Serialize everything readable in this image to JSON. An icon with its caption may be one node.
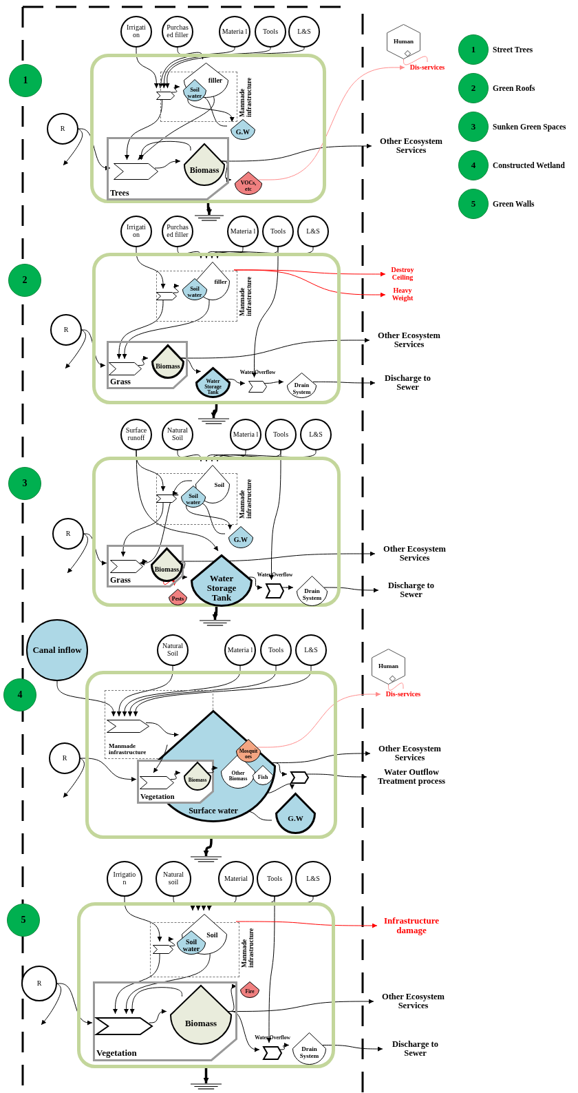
{
  "diagram": {
    "nodes": [
      {
        "text": [
          "1"
        ]
      },
      {
        "text": [
          "Irrigati on"
        ]
      },
      {
        "text": [
          "Purchas ed filler"
        ]
      },
      {
        "text": [
          "Materia l"
        ]
      },
      {
        "text": [
          "Tools"
        ]
      },
      {
        "text": [
          "L&S"
        ]
      },
      {
        "text": [],
        "shape": "box"
      },
      {
        "text": [
          "Manmade infrastructure"
        ],
        "in": 6
      },
      {
        "text": [],
        "shape": "chevron",
        "in": 7
      },
      {
        "text": [
          "filler"
        ],
        "in": 6
      },
      {
        "text": [
          "Soil water"
        ],
        "in": 7
      },
      {
        "text": [
          "G.W"
        ],
        "in": 6
      },
      {
        "text": [
          "Trees"
        ],
        "in": 6
      },
      {
        "text": [],
        "shape": "chevron",
        "in": 12
      },
      {
        "text": [
          "Biomass"
        ],
        "in": 12
      },
      {
        "text": [
          "VOCs, etc"
        ],
        "in": 6
      },
      {
        "text": [
          "R"
        ]
      },
      {
        "text": [
          "Other Ecosystem Services"
        ]
      },
      {
        "text": [
          "Human"
        ]
      },
      {
        "text": [
          "Dis-services"
        ]
      },
      {
        "text": [],
        "shape": "sink"
      },
      {
        "text": [
          "2"
        ]
      },
      {
        "text": [
          "Irrigati on"
        ]
      },
      {
        "text": [
          "Purchas ed filler"
        ]
      },
      {
        "text": [
          "Materia l"
        ]
      },
      {
        "text": [
          "Tools"
        ]
      },
      {
        "text": [
          "L&S"
        ]
      },
      {
        "text": [],
        "shape": "box"
      },
      {
        "text": [
          "Manmade infrastructure"
        ],
        "in": 27
      },
      {
        "text": [],
        "shape": "chevron",
        "in": 28
      },
      {
        "text": [
          "filler"
        ],
        "in": 27
      },
      {
        "text": [
          "Soil water"
        ],
        "in": 28
      },
      {
        "text": [
          "Grass"
        ],
        "in": 27
      },
      {
        "text": [],
        "shape": "chevron",
        "in": 32
      },
      {
        "text": [
          "Biomass"
        ],
        "in": 32
      },
      {
        "text": [
          "Water Storage Tank"
        ],
        "in": 27
      },
      {
        "text": [
          "Water Overflow"
        ],
        "in": 27
      },
      {
        "text": [
          "Drain System"
        ],
        "in": 27
      },
      {
        "text": [
          "R"
        ]
      },
      {
        "text": [
          "Other Ecosystem Services"
        ]
      },
      {
        "text": [
          "Discharge to Sewer"
        ]
      },
      {
        "text": [
          "Destroy Ceiling"
        ]
      },
      {
        "text": [
          "Heavy Weight"
        ]
      },
      {
        "text": [],
        "shape": "sink"
      },
      {
        "text": [
          "3"
        ]
      },
      {
        "text": [
          "Surface runoff"
        ]
      },
      {
        "text": [
          "Natural Soil"
        ]
      },
      {
        "text": [
          "Materia l"
        ]
      },
      {
        "text": [
          "Tools"
        ]
      },
      {
        "text": [
          "L&S"
        ]
      },
      {
        "text": [],
        "shape": "box"
      },
      {
        "text": [
          "Manmade infrastructure"
        ],
        "in": 50
      },
      {
        "text": [],
        "shape": "chevron",
        "in": 51
      },
      {
        "text": [
          "Soil"
        ],
        "in": 50
      },
      {
        "text": [
          "Soil water"
        ],
        "in": 51
      },
      {
        "text": [
          "G.W"
        ],
        "in": 50
      },
      {
        "text": [
          "Grass"
        ],
        "in": 50
      },
      {
        "text": [],
        "shape": "chevron",
        "in": 56
      },
      {
        "text": [
          "Biomass"
        ],
        "in": 56
      },
      {
        "text": [
          "Pests"
        ],
        "in": 50
      },
      {
        "text": [
          "Water Storage Tank"
        ],
        "in": 50
      },
      {
        "text": [
          "Water Overflow"
        ],
        "in": 50
      },
      {
        "text": [
          "Drain System"
        ],
        "in": 50
      },
      {
        "text": [
          "R"
        ]
      },
      {
        "text": [
          "Other Ecosystem Services"
        ]
      },
      {
        "text": [
          "Discharge to Sewer"
        ]
      },
      {
        "text": [],
        "shape": "sink"
      },
      {
        "text": [
          "4"
        ]
      },
      {
        "text": [
          "Canal inflow"
        ]
      },
      {
        "text": [
          "Natural Soil"
        ]
      },
      {
        "text": [
          "Materia l"
        ]
      },
      {
        "text": [
          "Tools"
        ]
      },
      {
        "text": [
          "L&S"
        ]
      },
      {
        "text": [],
        "shape": "box"
      },
      {
        "text": [
          "Manmade infrastructure"
        ],
        "in": 73
      },
      {
        "text": [],
        "shape": "chevron",
        "in": 74
      },
      {
        "text": [
          "Surface water"
        ],
        "in": 73
      },
      {
        "text": [
          "Vegetation"
        ],
        "in": 73
      },
      {
        "text": [],
        "shape": "chevron",
        "in": 77
      },
      {
        "text": [
          "Biomass"
        ],
        "in": 77
      },
      {
        "text": [
          "Other Biomass"
        ],
        "in": 76
      },
      {
        "text": [
          "Fish"
        ],
        "in": 76
      },
      {
        "text": [
          "Mosquit oes"
        ],
        "in": 76
      },
      {
        "text": [],
        "shape": "chevron",
        "in": 73
      },
      {
        "text": [
          "G.W"
        ],
        "in": 73
      },
      {
        "text": [
          "R"
        ]
      },
      {
        "text": [
          "Human"
        ]
      },
      {
        "text": [
          "Dis-services"
        ]
      },
      {
        "text": [
          "Other Ecosystem Services"
        ]
      },
      {
        "text": [
          "Water Outflow Treatment process"
        ]
      },
      {
        "text": [],
        "shape": "sink"
      },
      {
        "text": [
          "5"
        ]
      },
      {
        "text": [
          "Irrigatio n"
        ]
      },
      {
        "text": [
          "Natural soil"
        ]
      },
      {
        "text": [
          "Material"
        ]
      },
      {
        "text": [
          "Tools"
        ]
      },
      {
        "text": [
          "L&S"
        ]
      },
      {
        "text": [],
        "shape": "box"
      },
      {
        "text": [
          "Manmade infrastructure"
        ],
        "in": 97
      },
      {
        "text": [],
        "shape": "chevron",
        "in": 98
      },
      {
        "text": [
          "Soil"
        ],
        "in": 97
      },
      {
        "text": [
          "Soil water"
        ],
        "in": 98
      },
      {
        "text": [
          "Vegetation"
        ],
        "in": 97
      },
      {
        "text": [],
        "shape": "chevron",
        "in": 102
      },
      {
        "text": [
          "Biomass"
        ],
        "in": 102
      },
      {
        "text": [
          "Fire"
        ],
        "in": 97
      },
      {
        "text": [
          "Water Overflow"
        ],
        "in": 97
      },
      {
        "text": [
          "Drain System"
        ],
        "in": 97
      },
      {
        "text": [
          "R"
        ]
      },
      {
        "text": [
          "Infrastructure damage"
        ]
      },
      {
        "text": [
          "Other Ecosystem Services"
        ]
      },
      {
        "text": [
          "Discharge to Sewer"
        ]
      },
      {
        "text": [],
        "shape": "sink"
      }
    ],
    "edges": [
      {
        "from": 1,
        "to": 8,
        "arrow": "to"
      },
      {
        "from": 2,
        "to": 9,
        "arrow": "to"
      },
      {
        "from": 3,
        "to": 8,
        "arrow": "to"
      },
      {
        "from": 4,
        "to": 8,
        "arrow": "to"
      },
      {
        "from": 5,
        "to": 8,
        "arrow": "to"
      },
      {
        "from": 8,
        "to": 10,
        "arrow": "to"
      },
      {
        "from": 8,
        "to": 13,
        "arrow": "to"
      },
      {
        "from": 9,
        "to": 13,
        "arrow": "to"
      },
      {
        "from": 10,
        "to": 11,
        "arrow": "to"
      },
      {
        "from": 11,
        "to": 10,
        "arrow": "to"
      },
      {
        "from": 16,
        "to": 13,
        "arrow": "to"
      },
      {
        "from": 16,
        "to": null,
        "arrow": "to"
      },
      {
        "from": 13,
        "to": 14,
        "arrow": "to"
      },
      {
        "from": 14,
        "to": 13,
        "arrow": "to"
      },
      {
        "from": 14,
        "to": 15,
        "arrow": "to"
      },
      {
        "from": 14,
        "to": 17,
        "arrow": "to"
      },
      {
        "from": 15,
        "to": 19,
        "arrow": "to",
        "color": "#ff8c8c"
      },
      {
        "from": 18,
        "to": 19,
        "arrow": "none",
        "color": "#ff8c8c"
      },
      {
        "from": 6,
        "to": 20,
        "arrow": "to",
        "style": "thick"
      },
      {
        "from": 22,
        "to": 29,
        "arrow": "to"
      },
      {
        "from": 23,
        "to": 30,
        "arrow": "to"
      },
      {
        "from": 24,
        "to": 30,
        "arrow": "to"
      },
      {
        "from": 25,
        "to": 30,
        "arrow": "to"
      },
      {
        "from": 26,
        "to": 30,
        "arrow": "to"
      },
      {
        "from": 25,
        "to": 36,
        "arrow": "to"
      },
      {
        "from": 29,
        "to": 31,
        "arrow": "to"
      },
      {
        "from": 29,
        "to": 33,
        "arrow": "to"
      },
      {
        "from": 30,
        "to": 33,
        "arrow": "to"
      },
      {
        "from": 38,
        "to": 33,
        "arrow": "to"
      },
      {
        "from": 38,
        "to": null,
        "arrow": "to"
      },
      {
        "from": 33,
        "to": 34,
        "arrow": "to"
      },
      {
        "from": 34,
        "to": 35,
        "arrow": "to"
      },
      {
        "from": 34,
        "to": 39,
        "arrow": "to"
      },
      {
        "from": 35,
        "to": 36,
        "arrow": "to"
      },
      {
        "from": 36,
        "to": 37,
        "arrow": "to"
      },
      {
        "from": 37,
        "to": 40,
        "arrow": "to"
      },
      {
        "from": 28,
        "to": 41,
        "arrow": "to",
        "color": "#ff0000"
      },
      {
        "from": 28,
        "to": 42,
        "arrow": "to",
        "color": "#ff0000"
      },
      {
        "from": 27,
        "to": 43,
        "arrow": "to",
        "style": "thick"
      },
      {
        "from": 45,
        "to": 52,
        "arrow": "to"
      },
      {
        "from": 45,
        "to": 60,
        "arrow": "to"
      },
      {
        "from": 46,
        "to": 53,
        "arrow": "to"
      },
      {
        "from": 47,
        "to": 53,
        "arrow": "to"
      },
      {
        "from": 48,
        "to": 53,
        "arrow": "to"
      },
      {
        "from": 49,
        "to": 53,
        "arrow": "to"
      },
      {
        "from": 48,
        "to": 61,
        "arrow": "to"
      },
      {
        "from": 52,
        "to": 54,
        "arrow": "to"
      },
      {
        "from": 54,
        "to": 55,
        "arrow": "to"
      },
      {
        "from": 55,
        "to": 54,
        "arrow": "to"
      },
      {
        "from": 52,
        "to": 57,
        "arrow": "to"
      },
      {
        "from": 53,
        "to": 57,
        "arrow": "to"
      },
      {
        "from": 63,
        "to": 57,
        "arrow": "to"
      },
      {
        "from": 63,
        "to": null,
        "arrow": "to"
      },
      {
        "from": 57,
        "to": 58,
        "arrow": "to"
      },
      {
        "from": 58,
        "to": 59,
        "arrow": "to",
        "color": "#ff0000"
      },
      {
        "from": 58,
        "to": 60,
        "arrow": "to"
      },
      {
        "from": 58,
        "to": 64,
        "arrow": "to"
      },
      {
        "from": 60,
        "to": 61,
        "arrow": "to"
      },
      {
        "from": 61,
        "to": 62,
        "arrow": "to"
      },
      {
        "from": 62,
        "to": 65,
        "arrow": "to"
      },
      {
        "from": 50,
        "to": 66,
        "arrow": "to",
        "style": "thick"
      },
      {
        "from": 68,
        "to": 75,
        "arrow": "to"
      },
      {
        "from": 69,
        "to": 75,
        "arrow": "to"
      },
      {
        "from": 70,
        "to": 75,
        "arrow": "to"
      },
      {
        "from": 71,
        "to": 75,
        "arrow": "to"
      },
      {
        "from": 72,
        "to": 75,
        "arrow": "to"
      },
      {
        "from": 75,
        "to": 76,
        "arrow": "to"
      },
      {
        "from": 76,
        "to": 78,
        "arrow": "to"
      },
      {
        "from": 85,
        "to": 78,
        "arrow": "to"
      },
      {
        "from": 85,
        "to": null,
        "arrow": "to"
      },
      {
        "from": 78,
        "to": 79,
        "arrow": "to"
      },
      {
        "from": 79,
        "to": 80,
        "arrow": "to"
      },
      {
        "from": 82,
        "to": 87,
        "arrow": "to",
        "color": "#ff8c8c"
      },
      {
        "from": 86,
        "to": 87,
        "arrow": "none",
        "color": "#ff8c8c"
      },
      {
        "from": 76,
        "to": 88,
        "arrow": "to"
      },
      {
        "from": 76,
        "to": 83,
        "arrow": "to"
      },
      {
        "from": 83,
        "to": 89,
        "arrow": "to"
      },
      {
        "from": 76,
        "to": 84,
        "arrow": "to"
      },
      {
        "from": 84,
        "to": 76,
        "arrow": "to"
      },
      {
        "from": 73,
        "to": 90,
        "arrow": "to",
        "style": "thick"
      },
      {
        "from": 92,
        "to": 99,
        "arrow": "to"
      },
      {
        "from": 93,
        "to": 100,
        "arrow": "to"
      },
      {
        "from": 94,
        "to": 100,
        "arrow": "to"
      },
      {
        "from": 95,
        "to": 100,
        "arrow": "to"
      },
      {
        "from": 96,
        "to": 100,
        "arrow": "to"
      },
      {
        "from": 95,
        "to": 106,
        "arrow": "to"
      },
      {
        "from": 99,
        "to": 101,
        "arrow": "to"
      },
      {
        "from": 99,
        "to": 103,
        "arrow": "to"
      },
      {
        "from": 100,
        "to": 103,
        "arrow": "to"
      },
      {
        "from": 104,
        "to": 103,
        "arrow": "to"
      },
      {
        "from": 103,
        "to": 104,
        "arrow": "to"
      },
      {
        "from": 104,
        "to": 105,
        "arrow": "to"
      },
      {
        "from": 104,
        "to": 106,
        "arrow": "to"
      },
      {
        "from": 104,
        "to": 110,
        "arrow": "to"
      },
      {
        "from": 106,
        "to": 107,
        "arrow": "to"
      },
      {
        "from": 107,
        "to": 111,
        "arrow": "to"
      },
      {
        "from": 98,
        "to": 109,
        "arrow": "to",
        "color": "#ff0000"
      },
      {
        "from": 108,
        "to": 103,
        "arrow": "to"
      },
      {
        "from": 108,
        "to": null,
        "arrow": "to"
      },
      {
        "from": 97,
        "to": 112,
        "arrow": "to",
        "style": "thick"
      }
    ],
    "labels": [
      "1",
      "2",
      "3",
      "4",
      "5"
    ],
    "legend": [
      {
        "text": "Street Trees",
        "color": "#00b050"
      },
      {
        "text": "Green Roofs",
        "color": "#00b050"
      },
      {
        "text": "Sunken Green Spaces",
        "color": "#00b050"
      },
      {
        "text": "Constructed Wetland",
        "color": "#00b050"
      },
      {
        "text": "Green Walls",
        "color": "#00b050"
      }
    ]
  }
}
